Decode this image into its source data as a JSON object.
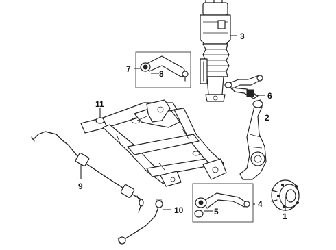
{
  "diagram": {
    "callouts": [
      {
        "id": "1",
        "text": "1"
      },
      {
        "id": "2",
        "text": "2"
      },
      {
        "id": "3",
        "text": "3"
      },
      {
        "id": "4",
        "text": "4"
      },
      {
        "id": "5",
        "text": "5"
      },
      {
        "id": "6",
        "text": "6"
      },
      {
        "id": "7",
        "text": "7"
      },
      {
        "id": "8",
        "text": "8"
      },
      {
        "id": "9",
        "text": "9"
      },
      {
        "id": "10",
        "text": "10"
      },
      {
        "id": "11",
        "text": "11"
      }
    ],
    "parts": [
      {
        "id": "air-strut",
        "icon": "air-suspension-strut"
      },
      {
        "id": "upper-control-arm-left",
        "icon": "control-arm"
      },
      {
        "id": "upper-control-arm-right",
        "icon": "control-arm"
      },
      {
        "id": "lower-control-arm",
        "icon": "control-arm"
      },
      {
        "id": "steering-knuckle",
        "icon": "knuckle"
      },
      {
        "id": "hub-bearing",
        "icon": "wheel-hub"
      },
      {
        "id": "subframe",
        "icon": "crossmember"
      },
      {
        "id": "stabilizer-bar",
        "icon": "sway-bar"
      },
      {
        "id": "stabilizer-link",
        "icon": "sway-bar-link"
      }
    ]
  }
}
